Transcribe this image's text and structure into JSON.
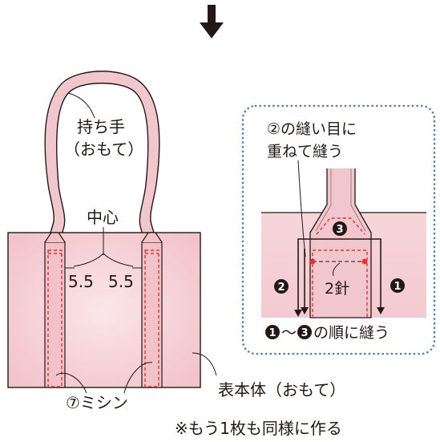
{
  "main": {
    "handle_label_line1": "持ち手",
    "handle_label_line2": "（おもて）",
    "center_label": "中心",
    "dim_left": "5.5",
    "dim_right": "5.5",
    "body_label": "表本体（おもて）",
    "machine_sew_label": "⑦ミシン",
    "note": "※もう1枚も同様に作る"
  },
  "inset": {
    "label_line1": "②の縫い目に",
    "label_line2": "重ねて縫う",
    "stitch_count": "2針",
    "step1_num": "1",
    "step2_num": "2",
    "step3_num": "3",
    "order_tilde": "〜",
    "order_text": "の順に縫う"
  },
  "colors": {
    "body_fill": "#f4cfd4",
    "handle_fill": "#f1c6cc",
    "stitch": "#e8302f",
    "frame_dots": "#4a7ec1",
    "ink": "#231815"
  }
}
